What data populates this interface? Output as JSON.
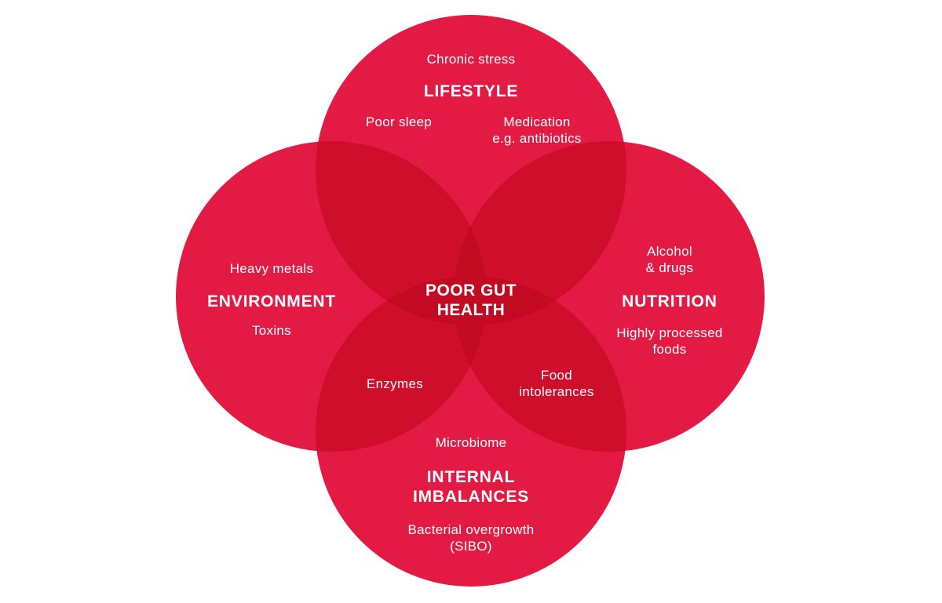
{
  "colors": {
    "circle": "#e31b44",
    "overlap_two": "#cf0e2c",
    "overlap_center": "#c20a22",
    "text": "#ffffff",
    "background": "#ffffff"
  },
  "center": {
    "line1": "POOR GUT",
    "line2": "HEALTH"
  },
  "lifestyle": {
    "title": "LIFESTYLE",
    "item_top": "Chronic stress",
    "item_left": "Poor sleep",
    "item_right_line1": "Medication",
    "item_right_line2": "e.g. antibiotics"
  },
  "environment": {
    "title": "ENVIRONMENT",
    "item_top": "Heavy metals",
    "item_bottom": "Toxins"
  },
  "nutrition": {
    "title": "NUTRITION",
    "item_top_line1": "Alcohol",
    "item_top_line2": "& drugs",
    "item_bottom_line1": "Highly processed",
    "item_bottom_line2": "foods"
  },
  "internal": {
    "title_line1": "INTERNAL",
    "title_line2": "IMBALANCES",
    "item_top": "Microbiome",
    "item_bottom_line1": "Bacterial overgrowth",
    "item_bottom_line2": "(SIBO)"
  },
  "overlaps": {
    "environment_internal": "Enzymes",
    "nutrition_internal_line1": "Food",
    "nutrition_internal_line2": "intolerances"
  }
}
